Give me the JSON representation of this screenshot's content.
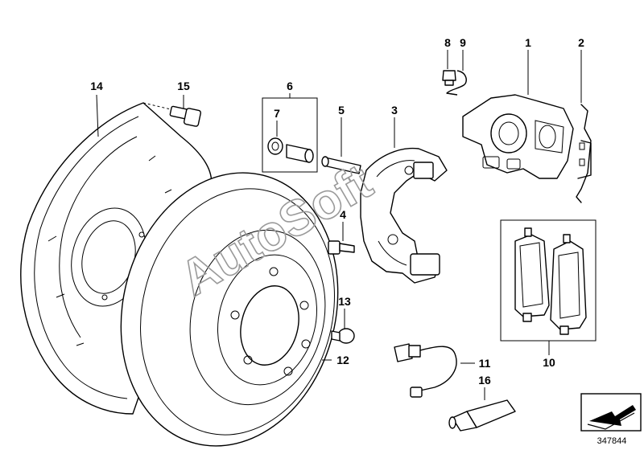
{
  "watermark": "AutoSoft",
  "reference_number": "347844",
  "callouts": [
    {
      "id": "1",
      "label": "1"
    },
    {
      "id": "2",
      "label": "2"
    },
    {
      "id": "3",
      "label": "3"
    },
    {
      "id": "4",
      "label": "4"
    },
    {
      "id": "5",
      "label": "5"
    },
    {
      "id": "6",
      "label": "6"
    },
    {
      "id": "7",
      "label": "7"
    },
    {
      "id": "8",
      "label": "8"
    },
    {
      "id": "9",
      "label": "9"
    },
    {
      "id": "10",
      "label": "10"
    },
    {
      "id": "11",
      "label": "11"
    },
    {
      "id": "12",
      "label": "12"
    },
    {
      "id": "13",
      "label": "13"
    },
    {
      "id": "14",
      "label": "14"
    },
    {
      "id": "15",
      "label": "15"
    },
    {
      "id": "16",
      "label": "16"
    }
  ]
}
